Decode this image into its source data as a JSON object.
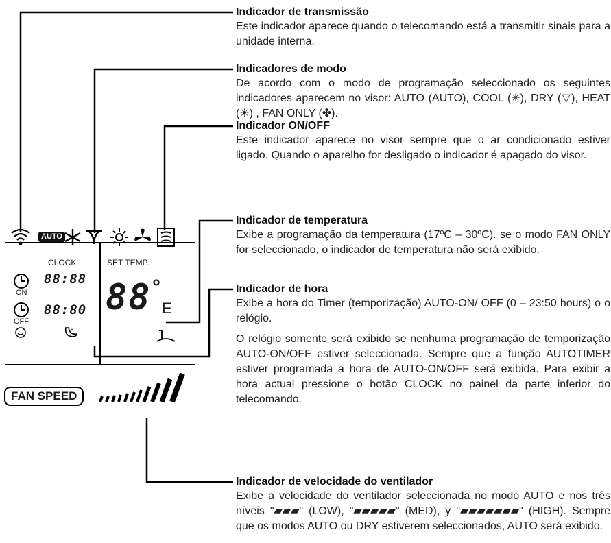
{
  "sections": [
    {
      "title": "Indicador de transmissão",
      "paragraphs": [
        "Este indicador aparece quando o telecomando está a transmitir sinais para a unidade interna."
      ]
    },
    {
      "title": "Indicadores de modo",
      "paragraphs": [
        "De acordo com o modo de programação seleccionado os seguintes indicadores aparecem no visor: AUTO (AUTO), COOL (✳), DRY (▽), HEAT (☀) , FAN ONLY (✤)."
      ]
    },
    {
      "title": "Indicador ON/OFF",
      "paragraphs": [
        "Este indicador aparece no visor sempre que o ar condicionado estiver ligado. Quando o aparelho for desligado o indicador é apagado do visor."
      ]
    },
    {
      "title": "Indicador de temperatura",
      "paragraphs": [
        "Exibe a programação da temperatura (17ºC – 30ºC). se o modo FAN ONLY for seleccionado, o indicador de temperatura não será exibido."
      ]
    },
    {
      "title": "Indicador de hora",
      "paragraphs": [
        "Exibe a hora do Timer (temporização) AUTO-ON/ OFF (0 – 23:50 hours) o o relógio.",
        "O relógio somente será exibido se nenhuma programação de temporização AUTO-ON/OFF estiver seleccionada. Sempre que a função AUTOTIMER estiver programada a hora de AUTO-ON/OFF será exibida. Para exibir a hora actual pressione o botão CLOCK no painel da parte inferior do telecomando."
      ]
    },
    {
      "title": "Indicador de velocidade do ventilador",
      "paragraphs": [
        "Exibe a velocidade do ventilador seleccionada no modo AUTO e nos três níveis \"▰▰▰\" (LOW), \"▰▰▰▰▰\" (MED), y \"▰▰▰▰▰▰▰\" (HIGH). Sempre que os modos AUTO ou DRY estiverem seleccionados, AUTO será exibido."
      ]
    }
  ],
  "display": {
    "auto_badge": "AUTO",
    "clock_label": "CLOCK",
    "set_temp_label": "SET TEMP.",
    "on_label": "ON",
    "off_label": "OFF",
    "timer_on_digits": "88:88",
    "timer_off_digits": "88:80",
    "temp_digits": "88",
    "degree_symbol": "°",
    "temp_unit": "E",
    "fan_speed_label": "FAN SPEED"
  },
  "icons": [
    "transmission-icon",
    "auto-icon",
    "cool-icon",
    "dry-icon",
    "heat-icon",
    "fan-only-icon",
    "on-off-icon",
    "timer-on-icon",
    "timer-off-icon",
    "smile-icon",
    "sleep-icon",
    "fan-position-icon",
    "fan-speed-bars-icon"
  ]
}
